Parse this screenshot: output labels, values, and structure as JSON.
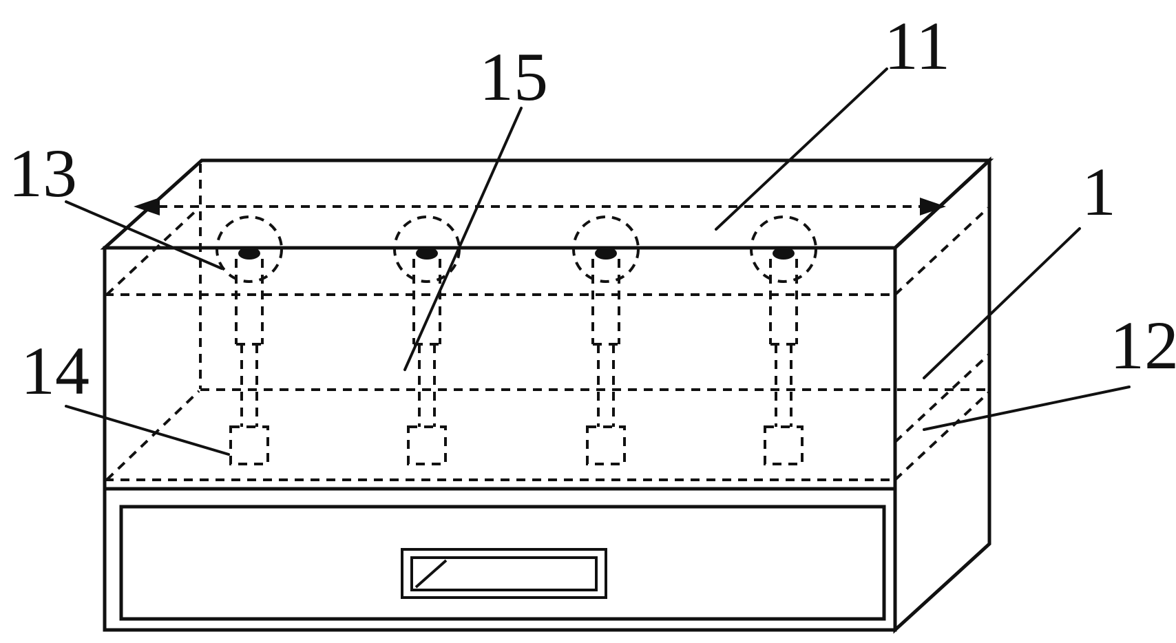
{
  "figure": {
    "kind": "patent-style line drawing of a cabinet with hanging hooks and a bottom drawer",
    "colors": {
      "ink": "#111111",
      "background": "#ffffff"
    },
    "labels": {
      "n13": "13",
      "n14": "14",
      "n15": "15",
      "n11": "11",
      "n1": "1",
      "n12": "12"
    }
  }
}
